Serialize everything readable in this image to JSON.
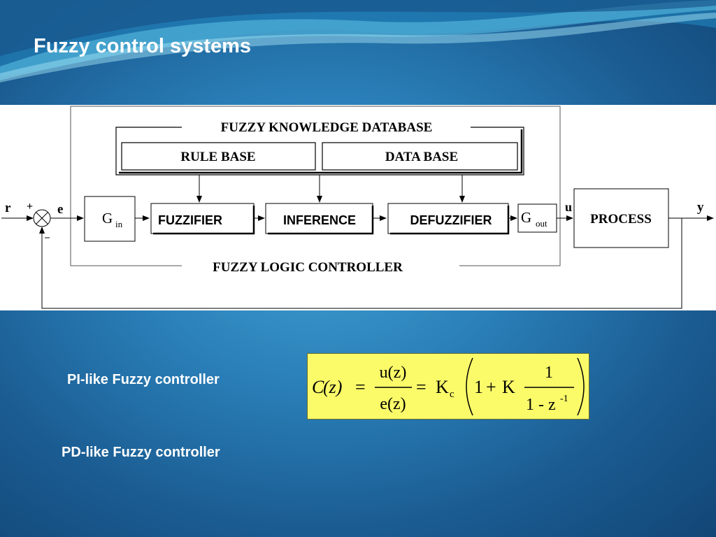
{
  "slide": {
    "title": "Fuzzy control systems"
  },
  "diagram": {
    "knowledge_db_label": "FUZZY KNOWLEDGE DATABASE",
    "rule_base": "RULE BASE",
    "data_base": "DATA BASE",
    "controller_label": "FUZZY LOGIC CONTROLLER",
    "fuzzifier": "FUZZIFIER",
    "inference": "INFERENCE",
    "defuzzifier": "DEFUZZIFIER",
    "process": "PROCESS",
    "gain_in": "G",
    "gain_in_sub": "in",
    "gain_out": "G",
    "gain_out_sub": "out",
    "signal_r": "r",
    "signal_e": "e",
    "signal_u": "u",
    "signal_y": "y",
    "sign_plus": "+",
    "sign_minus": "–"
  },
  "controllers": {
    "pi_label": "PI-like Fuzzy controller",
    "pd_label": "PD-like Fuzzy controller"
  },
  "formula": {
    "lhs": "C",
    "lhs_arg": "(z)",
    "eq1": "=",
    "num": "u(z)",
    "den": "e(z)",
    "eq2": "=",
    "k": "K",
    "k_sub": "c",
    "one": "1",
    "plus": "+",
    "k2": "K",
    "frac2_num": "1",
    "frac2_den": "1 - z",
    "frac2_den_exp": "-1"
  },
  "colors": {
    "background": "#2a7fb8",
    "formula_box": "#fbfb6a"
  }
}
